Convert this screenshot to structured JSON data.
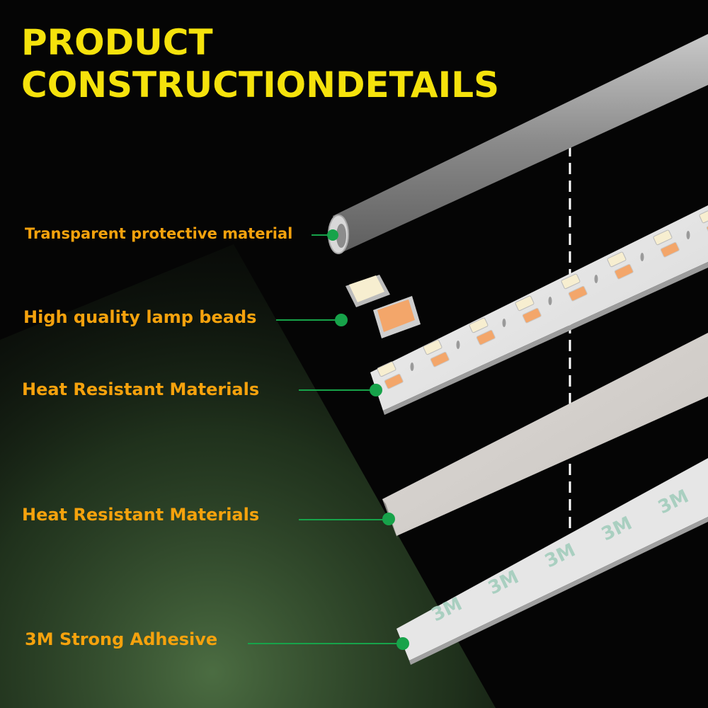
{
  "title": {
    "line1": "PRODUCT",
    "line2": "CONSTRUCTIONDETAILS"
  },
  "callouts": [
    {
      "label": "Transparent protective material"
    },
    {
      "label": "High quality lamp beads"
    },
    {
      "label": "Heat Resistant Materials"
    },
    {
      "label": "Heat Resistant Materials"
    },
    {
      "label": "3M Strong Adhesive"
    }
  ],
  "tape_print": "3M",
  "colors": {
    "background": "#050505",
    "glow": "#4f7245",
    "title": "#f5e20c",
    "label": "#f5a20d",
    "marker": "#17a34a",
    "warm_led": "#f3a66a",
    "cool_led": "#f7eed0"
  }
}
